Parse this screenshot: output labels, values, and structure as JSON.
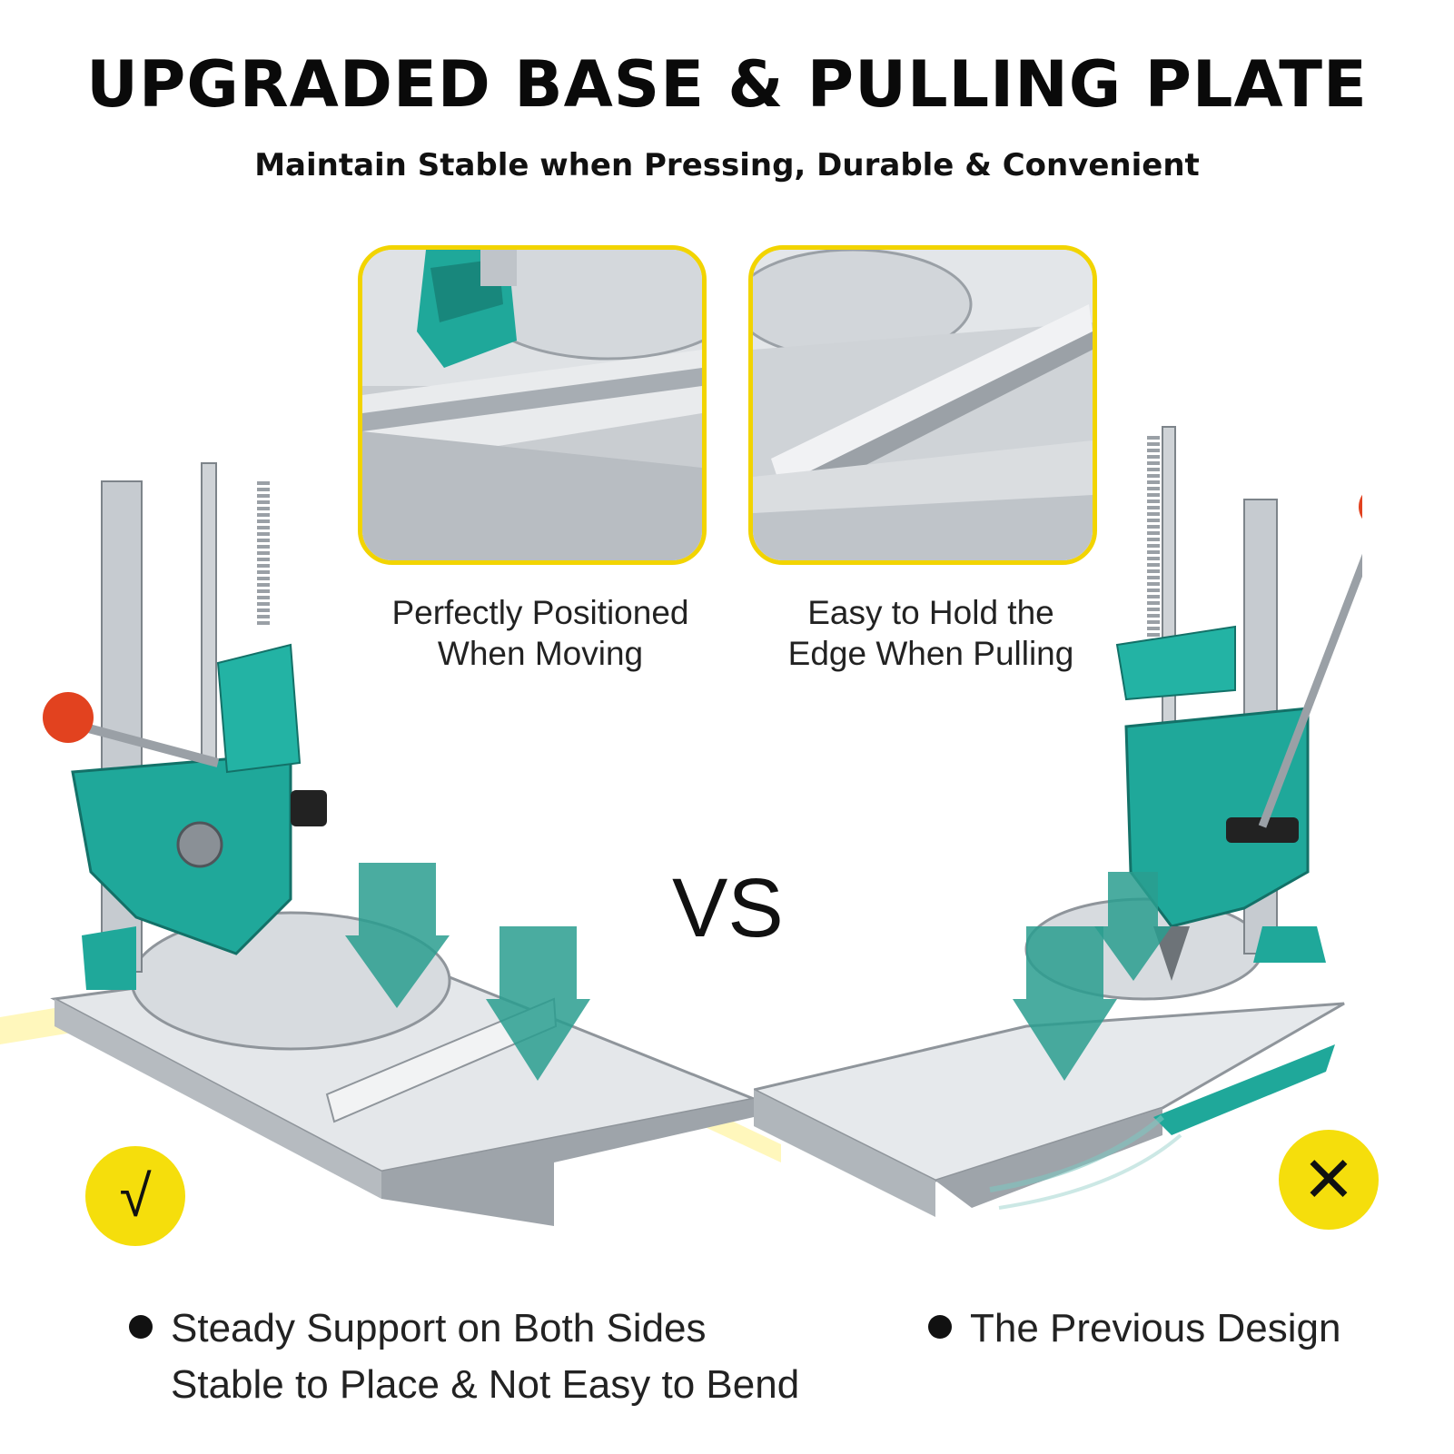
{
  "header": {
    "title": "UPGRADED BASE & PULLING PLATE",
    "subtitle": "Maintain Stable when Pressing, Durable & Convenient"
  },
  "details": [
    {
      "caption_line1": "Perfectly Positioned",
      "caption_line2": "When Moving"
    },
    {
      "caption_line1": "Easy to Hold the",
      "caption_line2": "Edge When Pulling"
    }
  ],
  "comparison": {
    "vs_label": "VS",
    "good_symbol": "√",
    "bad_symbol": "✕",
    "good_line1": "Steady Support on Both Sides",
    "good_line2": "Stable to Place & Not Easy to Bend",
    "bad_line1": "The Previous Design"
  },
  "colors": {
    "accent_yellow": "#f2d400",
    "machine_teal": "#1fa89a",
    "arrow_teal": "#2a9d8f",
    "steel": "#c7ccd1",
    "knob_red": "#e2421f"
  }
}
